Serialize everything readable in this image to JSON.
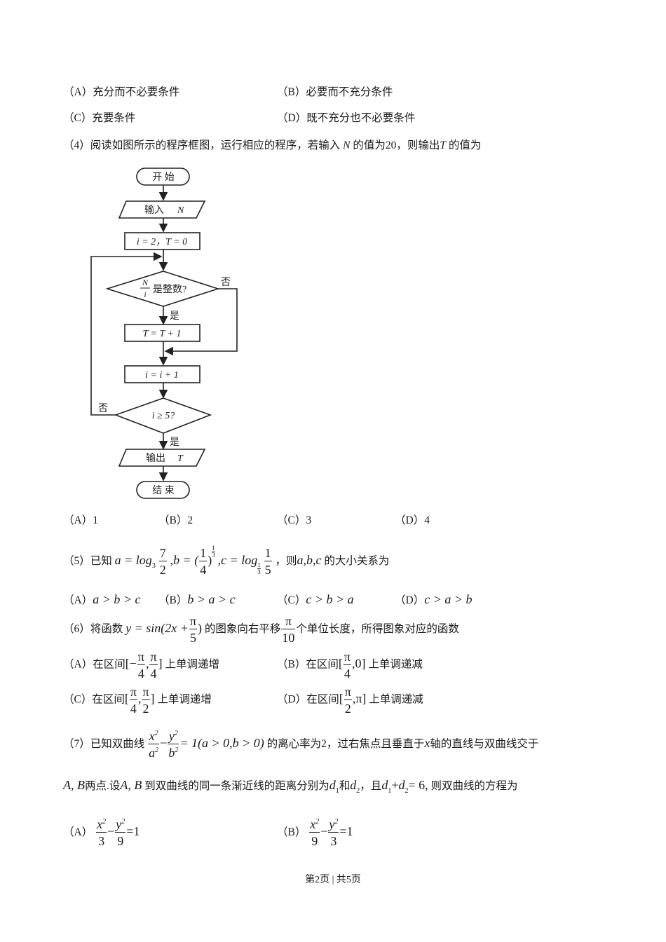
{
  "q3_options": {
    "A": {
      "label": "（A）",
      "text": "充分而不必要条件"
    },
    "B": {
      "label": "（B）",
      "text": "必要而不充分条件"
    },
    "C": {
      "label": "（C）",
      "text": "充要条件"
    },
    "D": {
      "label": "（D）",
      "text": "既不充分也不必要条件"
    }
  },
  "q4": {
    "number": "（4）",
    "stem_1": "阅读如图所示的程序框图，运行相应的程序，若输入",
    "var_N": "N",
    "stem_2": "的值为20，则输出",
    "var_T": "T",
    "stem_3": "的值为",
    "flowchart": {
      "start": "开  始",
      "input": "输入",
      "input_var": "N",
      "init": "i = 2，T = 0",
      "cond1_frac_num": "N",
      "cond1_frac_den": "i",
      "cond1_text": "是整数?",
      "cond1_no": "否",
      "cond1_yes": "是",
      "step_T": "T = T + 1",
      "step_i": "i = i + 1",
      "cond2": "i ≥ 5?",
      "cond2_no": "否",
      "cond2_yes": "是",
      "output": "输出",
      "output_var": "T",
      "end": "结  束"
    },
    "options": {
      "A": {
        "label": "（A）",
        "text": "1"
      },
      "B": {
        "label": "（B）",
        "text": "2"
      },
      "C": {
        "label": "（C）",
        "text": "3"
      },
      "D": {
        "label": "（D）",
        "text": "4"
      }
    }
  },
  "q5": {
    "number": "（5）",
    "prefix": "已知",
    "a_expr": "a = log",
    "a_base": "3",
    "a_num": "7",
    "a_den": "2",
    "b_expr": ",b = (",
    "b_num": "1",
    "b_den": "4",
    "b_close": ")",
    "b_exp_num": "1",
    "b_exp_den": "3",
    "c_expr": ",c = log",
    "c_base_num": "1",
    "c_base_den": "3",
    "c_num": "1",
    "c_den": "5",
    "suffix_1": "，则",
    "vars": "a,b,c",
    "suffix_2": "的大小关系为",
    "options": {
      "A": {
        "label": "（A）",
        "text": "a > b > c"
      },
      "B": {
        "label": "（B）",
        "text": "b > a > c"
      },
      "C": {
        "label": "（C）",
        "text": "c > b > a"
      },
      "D": {
        "label": "（D）",
        "text": "c > a > b"
      }
    }
  },
  "q6": {
    "number": "（6）",
    "stem_1": "将函数",
    "func": "y = sin(2x +",
    "func_num": "π",
    "func_den": "5",
    "func_close": ")",
    "stem_2": "的图象向右平移",
    "shift_num": "π",
    "shift_den": "10",
    "stem_3": "个单位长度，所得图象对应的函数",
    "options": {
      "A": {
        "label": "（A）",
        "pre": "在区间",
        "interval": "[−π/4, π/4]",
        "post": "上单调递增"
      },
      "B": {
        "label": "（B）",
        "pre": "在区间",
        "interval": "[π/4, 0]",
        "post": "上单调递减"
      },
      "C": {
        "label": "（C）",
        "pre": "在区间",
        "interval": "[π/4, π/2]",
        "post": "上单调递增"
      },
      "D": {
        "label": "（D）",
        "pre": "在区间",
        "interval": "[π/2, π]",
        "post": "上单调递减"
      }
    }
  },
  "q7": {
    "number": "（7）",
    "stem_1": "已知双曲线",
    "cond": "= 1(a > 0,b > 0)",
    "stem_2": "的离心率为2，过右焦点且垂直于",
    "x_var": "x",
    "stem_3": "轴的直线与双曲线交于",
    "line2_AB": "A, B",
    "line2_1": "两点.设",
    "line2_AB2": "A, B",
    "line2_2": "到双曲线的同一条渐近线的距离分别为",
    "d1": "d",
    "and": "和",
    "d2": "d",
    "line2_3": "，且",
    "sum": "= 6,",
    "line2_4": "则双曲线的方程为",
    "options": {
      "A": {
        "label": "（A）",
        "eq": "x²/3 − y²/9 = 1",
        "num1": "x",
        "den1": "3",
        "num2": "y",
        "den2": "9"
      },
      "B": {
        "label": "（B）",
        "eq": "x²/9 − y²/3 = 1",
        "num1": "x",
        "den1": "9",
        "num2": "y",
        "den2": "3"
      }
    }
  },
  "footer": {
    "page": "第2页 | 共5页"
  }
}
